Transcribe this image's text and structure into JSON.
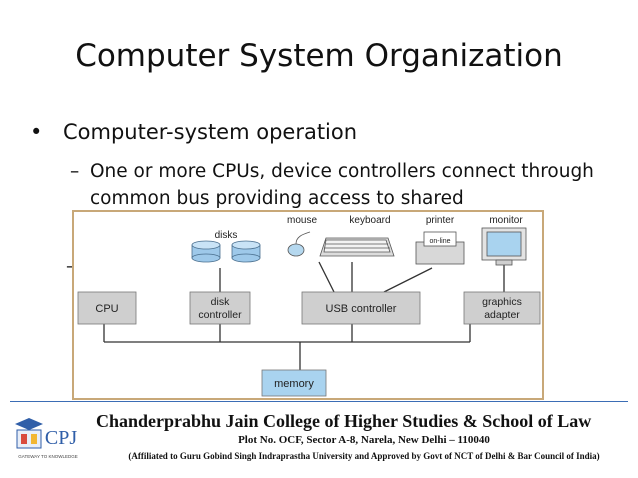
{
  "slide": {
    "title": "Computer System Organization",
    "bullet1": "Computer-system operation",
    "bullet1_marker": "•",
    "bullet2_marker": "–",
    "bullet2": "One or more CPUs, device controllers connect through common bus providing access to shared",
    "bullet3_marker": "–"
  },
  "diagram": {
    "labels": {
      "disks": "disks",
      "mouse": "mouse",
      "keyboard": "keyboard",
      "printer": "printer",
      "monitor": "monitor",
      "online": "on-line",
      "cpu": "CPU",
      "disk_controller_1": "disk",
      "disk_controller_2": "controller",
      "usb_controller": "USB controller",
      "graphics_adapter_1": "graphics",
      "graphics_adapter_2": "adapter",
      "memory": "memory"
    },
    "colors": {
      "box_fill": "#cfcfcf",
      "memory_fill": "#a9d3ef",
      "disk_fill": "#9ec9ea",
      "frame": "#c8a878"
    }
  },
  "footer": {
    "college_name": "Chanderprabhu Jain College of Higher Studies & School of Law",
    "address": "Plot No. OCF, Sector A-8, Narela, New Delhi – 110040",
    "affiliation": "(Affiliated to Guru Gobind Singh Indraprastha University and Approved by Govt of NCT of Delhi & Bar Council of India)",
    "logo_text": "CPJ",
    "logo_tagline": "GATEWAY TO KNOWLEDGE"
  }
}
